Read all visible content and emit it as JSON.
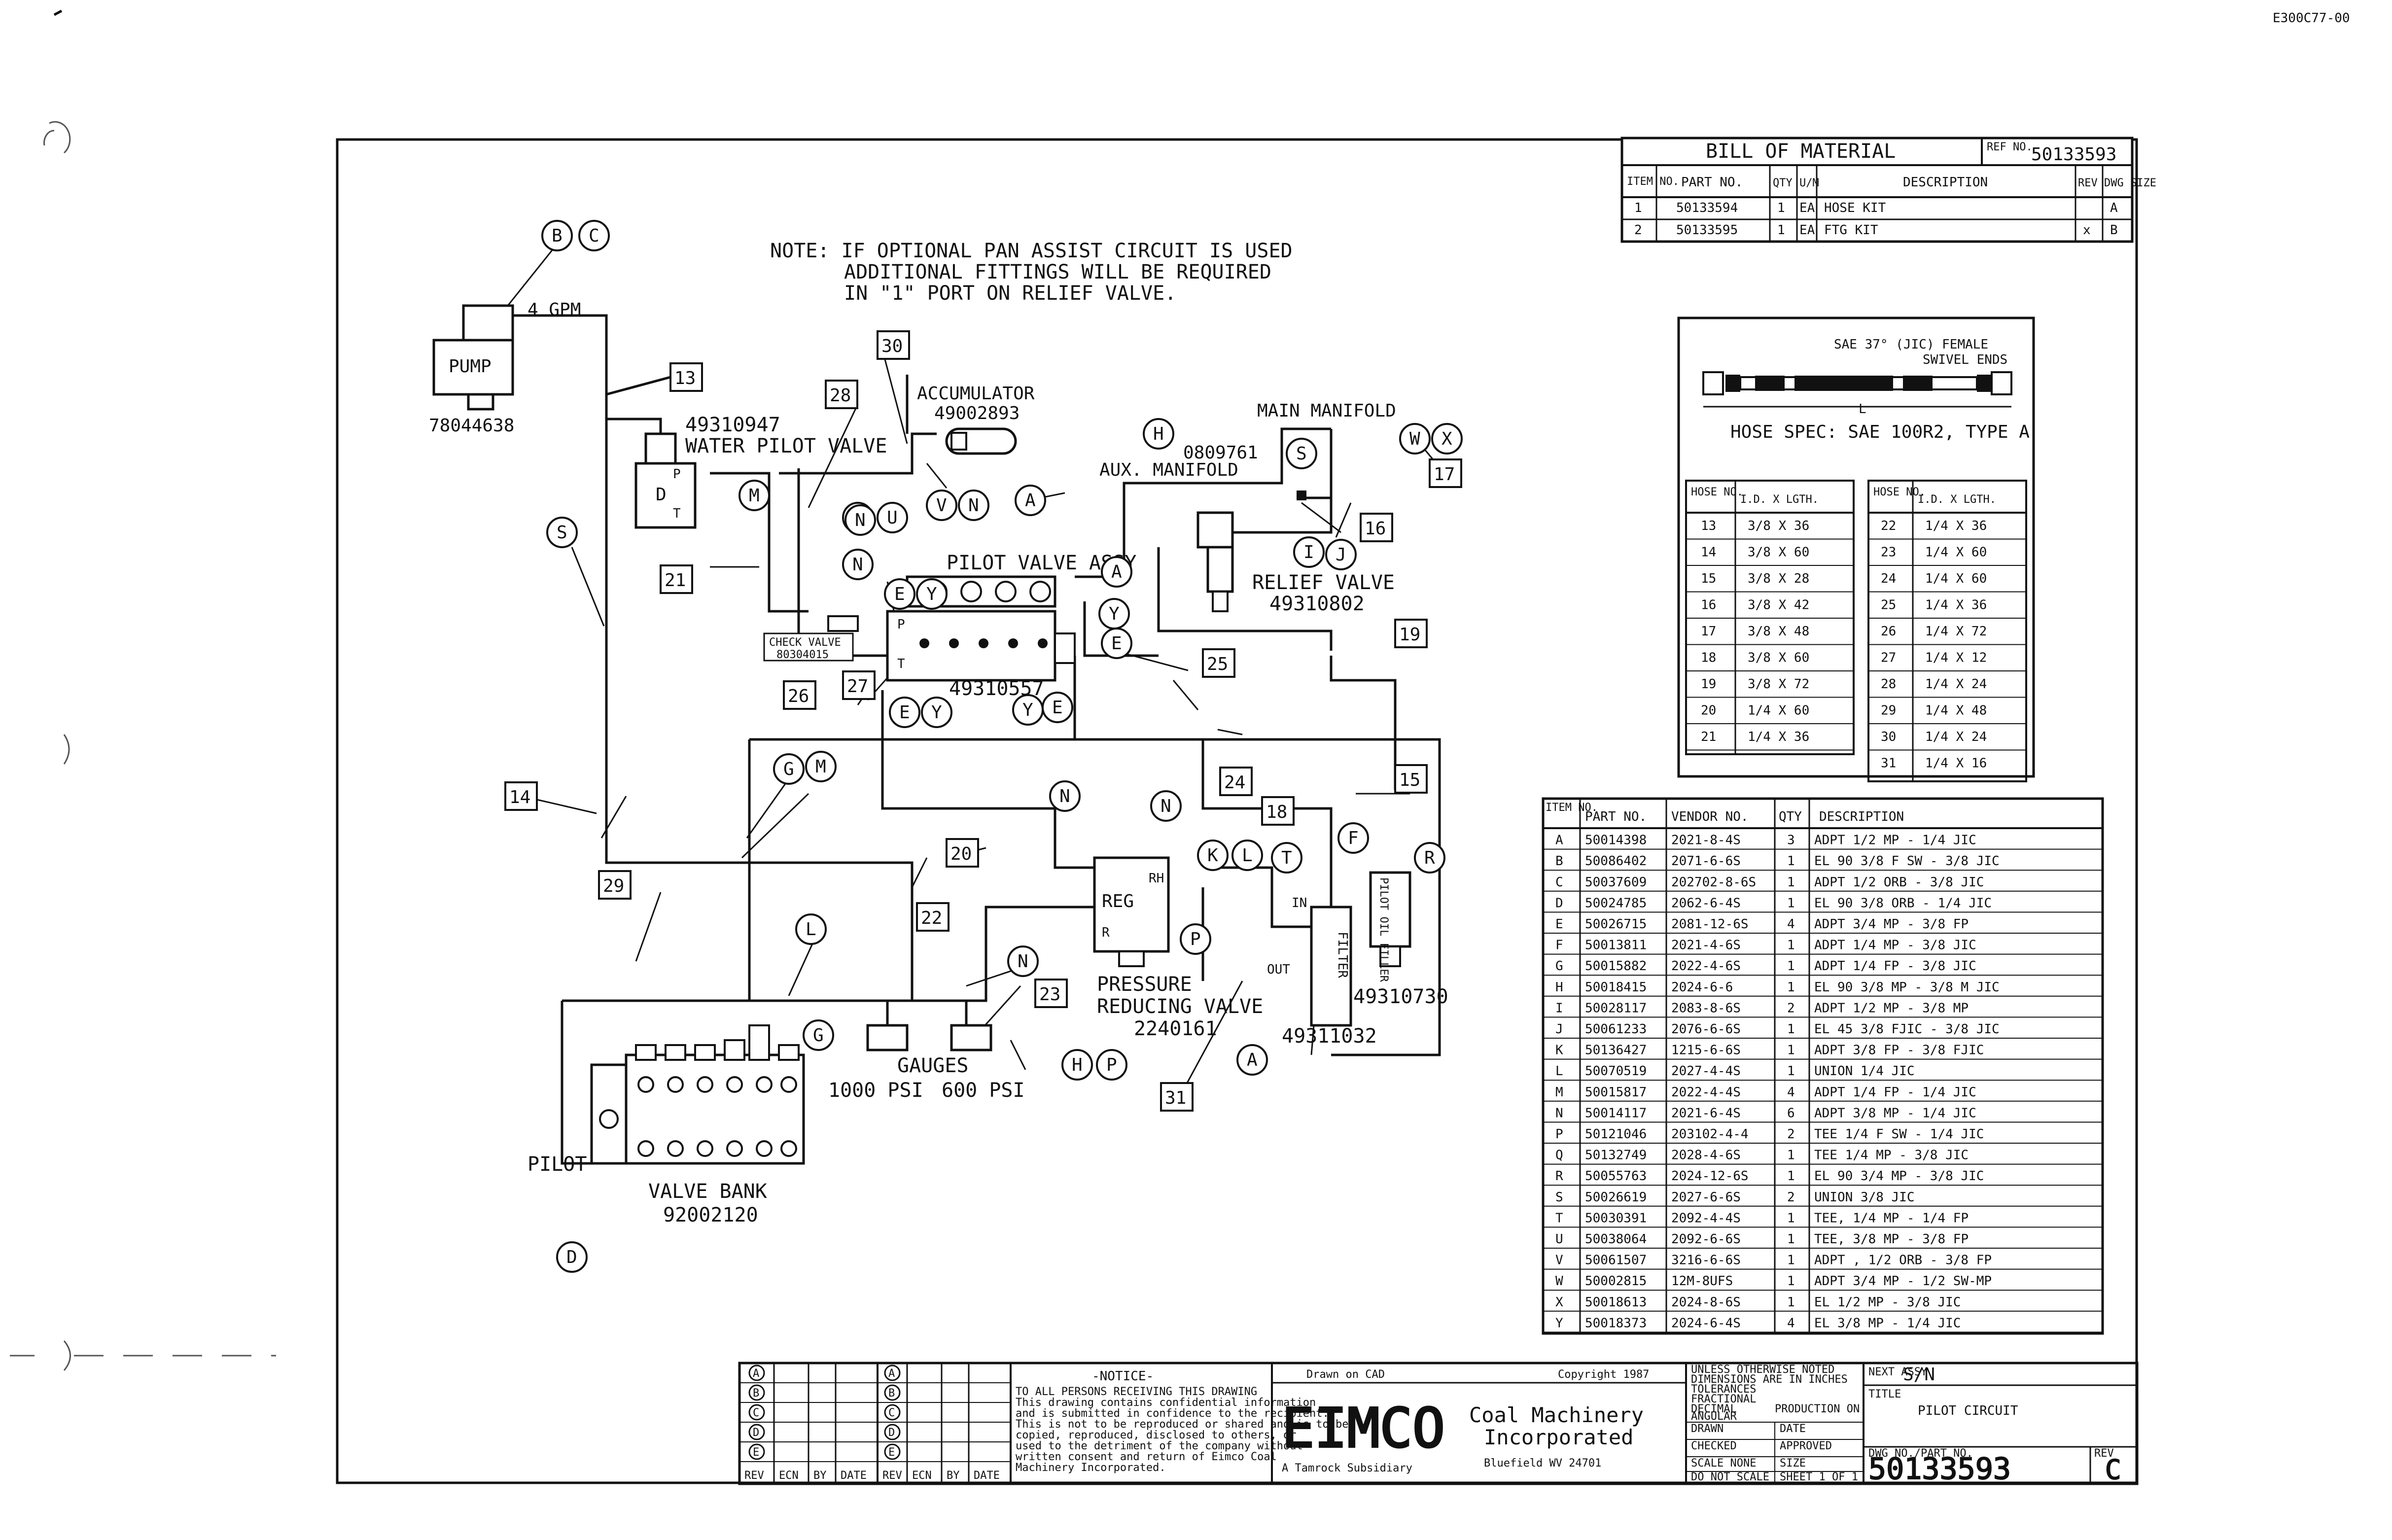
{
  "header_code": "E300C77-00",
  "note_lines": [
    "NOTE: IF OPTIONAL PAN ASSIST CIRCUIT IS USED",
    "ADDITIONAL FITTINGS WILL BE REQUIRED",
    "IN \"1\" PORT ON RELIEF VALVE."
  ],
  "components": {
    "pump": {
      "label": "PUMP",
      "part": "78044638",
      "flow": "4 GPM"
    },
    "water_pilot_valve": {
      "part": "49310947",
      "name": "WATER PILOT VALVE",
      "p": "P",
      "t": "T",
      "d": "D"
    },
    "accumulator": {
      "name": "ACCUMULATOR",
      "part": "49002893"
    },
    "main_manifold": {
      "name": "MAIN MANIFOLD"
    },
    "aux_manifold": {
      "part": "0809761",
      "name": "AUX. MANIFOLD"
    },
    "pilot_valve_assy": {
      "name": "PILOT VALVE ASSY",
      "part": "49310557",
      "p": "P",
      "t": "T"
    },
    "relief_valve": {
      "name": "RELIEF VALVE",
      "part": "49310802"
    },
    "check_valve": {
      "line1": "CHECK VALVE",
      "line2": "80304015"
    },
    "reg": {
      "label": "REG",
      "r": "R",
      "rh": "RH"
    },
    "pressure_reducing_valve": {
      "line1": "PRESSURE",
      "line2": "REDUCING VALVE",
      "part": "2240161"
    },
    "filter": {
      "label": "FILTER",
      "in": "IN",
      "out": "OUT",
      "part": "49311032"
    },
    "pilot_oil_filler": {
      "label": "PILOT OIL FILLER",
      "part": "49310730"
    },
    "gauges": {
      "name": "GAUGES",
      "g1": "1000 PSI",
      "g2": "600 PSI"
    },
    "valve_bank": {
      "pilot": "PILOT",
      "name": "VALVE BANK",
      "part": "92002120"
    }
  },
  "hose_numbers": [
    "13",
    "14",
    "15",
    "16",
    "17",
    "18",
    "19",
    "20",
    "21",
    "22",
    "23",
    "24",
    "25",
    "26",
    "27",
    "28",
    "29",
    "30",
    "31"
  ],
  "circle_letters": [
    "B",
    "C",
    "S",
    "M",
    "D",
    "N",
    "U",
    "V",
    "N",
    "A",
    "H",
    "W",
    "X",
    "S",
    "I",
    "J",
    "N",
    "E",
    "Y",
    "A",
    "Y",
    "E",
    "E",
    "Y",
    "Y",
    "E",
    "G",
    "M",
    "N",
    "N",
    "K",
    "L",
    "T",
    "F",
    "R",
    "P",
    "L",
    "G",
    "N",
    "H",
    "P",
    "A",
    "D"
  ],
  "bill_of_material": {
    "title": "BILL OF MATERIAL",
    "ref_label": "REF NO.",
    "ref_no": "50133593",
    "headers": [
      "ITEM NO.",
      "PART NO.",
      "QTY",
      "U/M",
      "DESCRIPTION",
      "REV",
      "DWG SIZE"
    ],
    "rows": [
      [
        "1",
        "50133594",
        "1",
        "EA",
        "HOSE KIT",
        "",
        "A"
      ],
      [
        "2",
        "50133595",
        "1",
        "EA",
        "FTG KIT",
        "x",
        "B"
      ]
    ]
  },
  "hose_spec": {
    "end_label_1": "SAE 37° (JIC) FEMALE",
    "end_label_2": "SWIVEL ENDS",
    "length_label": "L",
    "caption": "HOSE SPEC: SAE 100R2, TYPE A",
    "headers": [
      "HOSE NO.",
      "I.D. X LGTH.",
      "HOSE NO.",
      "I.D. X LGTH."
    ],
    "rows": [
      [
        "13",
        "3/8 X 36",
        "22",
        "1/4 X 36"
      ],
      [
        "14",
        "3/8 X 60",
        "23",
        "1/4 X 60"
      ],
      [
        "15",
        "3/8 X 28",
        "24",
        "1/4 X 60"
      ],
      [
        "16",
        "3/8 X 42",
        "25",
        "1/4 X 36"
      ],
      [
        "17",
        "3/8 X 48",
        "26",
        "1/4 X 72"
      ],
      [
        "18",
        "3/8 X 60",
        "27",
        "1/4 X 12"
      ],
      [
        "19",
        "3/8 X 72",
        "28",
        "1/4 X 24"
      ],
      [
        "20",
        "1/4 X 60",
        "29",
        "1/4 X 48"
      ],
      [
        "21",
        "1/4 X 36",
        "30",
        "1/4 X 24"
      ],
      [
        "",
        "",
        "31",
        "1/4 X 16"
      ]
    ]
  },
  "fittings_table": {
    "headers": [
      "ITEM NO.",
      "PART NO.",
      "VENDOR NO.",
      "QTY",
      "DESCRIPTION"
    ],
    "rows": [
      [
        "A",
        "50014398",
        "2021-8-4S",
        "3",
        "ADPT 1/2 MP - 1/4 JIC"
      ],
      [
        "B",
        "50086402",
        "2071-6-6S",
        "1",
        "EL 90 3/8 F SW - 3/8 JIC"
      ],
      [
        "C",
        "50037609",
        "202702-8-6S",
        "1",
        "ADPT 1/2 ORB - 3/8 JIC"
      ],
      [
        "D",
        "50024785",
        "2062-6-4S",
        "1",
        "EL 90 3/8 ORB - 1/4 JIC"
      ],
      [
        "E",
        "50026715",
        "2081-12-6S",
        "4",
        "ADPT 3/4 MP - 3/8 FP"
      ],
      [
        "F",
        "50013811",
        "2021-4-6S",
        "1",
        "ADPT 1/4 MP - 3/8 JIC"
      ],
      [
        "G",
        "50015882",
        "2022-4-6S",
        "1",
        "ADPT 1/4 FP - 3/8 JIC"
      ],
      [
        "H",
        "50018415",
        "2024-6-6",
        "1",
        "EL 90 3/8 MP - 3/8 M JIC"
      ],
      [
        "I",
        "50028117",
        "2083-8-6S",
        "2",
        "ADPT 1/2 MP - 3/8 MP"
      ],
      [
        "J",
        "50061233",
        "2076-6-6S",
        "1",
        "EL 45 3/8 FJIC - 3/8 JIC"
      ],
      [
        "K",
        "50136427",
        "1215-6-6S",
        "1",
        "ADPT 3/8 FP - 3/8 FJIC"
      ],
      [
        "L",
        "50070519",
        "2027-4-4S",
        "1",
        "UNION 1/4 JIC"
      ],
      [
        "M",
        "50015817",
        "2022-4-4S",
        "4",
        "ADPT 1/4 FP - 1/4 JIC"
      ],
      [
        "N",
        "50014117",
        "2021-6-4S",
        "6",
        "ADPT 3/8 MP - 1/4 JIC"
      ],
      [
        "P",
        "50121046",
        "203102-4-4",
        "2",
        "TEE 1/4 F SW - 1/4 JIC"
      ],
      [
        "Q",
        "50132749",
        "2028-4-6S",
        "1",
        "TEE 1/4 MP - 3/8 JIC"
      ],
      [
        "R",
        "50055763",
        "2024-12-6S",
        "1",
        "EL 90 3/4 MP - 3/8 JIC"
      ],
      [
        "S",
        "50026619",
        "2027-6-6S",
        "2",
        "UNION 3/8 JIC"
      ],
      [
        "T",
        "50030391",
        "2092-4-4S",
        "1",
        "TEE, 1/4 MP - 1/4 FP"
      ],
      [
        "U",
        "50038064",
        "2092-6-6S",
        "1",
        "TEE, 3/8 MP - 3/8 FP"
      ],
      [
        "V",
        "50061507",
        "3216-6-6S",
        "1",
        "ADPT , 1/2 ORB - 3/8 FP"
      ],
      [
        "W",
        "50002815",
        "12M-8UFS",
        "1",
        "ADPT 3/4 MP - 1/2 SW-MP"
      ],
      [
        "X",
        "50018613",
        "2024-8-6S",
        "1",
        "EL 1/2 MP - 3/8 JIC"
      ],
      [
        "Y",
        "50018373",
        "2024-6-4S",
        "4",
        "EL 3/8 MP - 1/4 JIC"
      ]
    ]
  },
  "title_block": {
    "rev_letters": [
      "A",
      "B",
      "C",
      "D",
      "E"
    ],
    "rev_headers": [
      "REV",
      "ECN",
      "BY",
      "DATE",
      "REV",
      "ECN",
      "BY",
      "DATE"
    ],
    "notice_title": "-NOTICE-",
    "notice_lines": [
      "TO ALL PERSONS RECEIVING THIS DRAWING",
      "This drawing contains confidential information",
      "and is submitted in confidence to the recipient.",
      "This is not to be reproduced or shared and is to be",
      "copied, reproduced, disclosed to others, or",
      "used to the detriment of the company without",
      "written consent and return of Eimco Coal",
      "Machinery Incorporated."
    ],
    "drawn_on": "Drawn on CAD",
    "copyright": "Copyright 1987",
    "logo": "EIMCO",
    "company_line1": "Coal Machinery",
    "company_line2": "Incorporated",
    "location": "Bluefield WV 24701",
    "subsidiary": "A Tamrock Subsidiary",
    "mid_fields": [
      "UNLESS OTHERWISE NOTED",
      "DIMENSIONS ARE IN INCHES",
      "TOLERANCES",
      "FRACTIONAL",
      "DECIMAL",
      "ANGULAR",
      "PRODUCTION ON",
      "DRAWN",
      "DATE",
      "CHECKED",
      "APPROVED",
      "SCALE NONE",
      "SIZE",
      "DO NOT SCALE",
      "SHEET 1 OF 1"
    ],
    "next_assy_label": "NEXT ASSY",
    "sn": "S/N",
    "title_label": "TITLE",
    "title": "PILOT CIRCUIT",
    "dwg_label": "DWG NO./PART NO.",
    "dwg_no": "50133593",
    "rev_label": "REV",
    "rev": "C"
  }
}
